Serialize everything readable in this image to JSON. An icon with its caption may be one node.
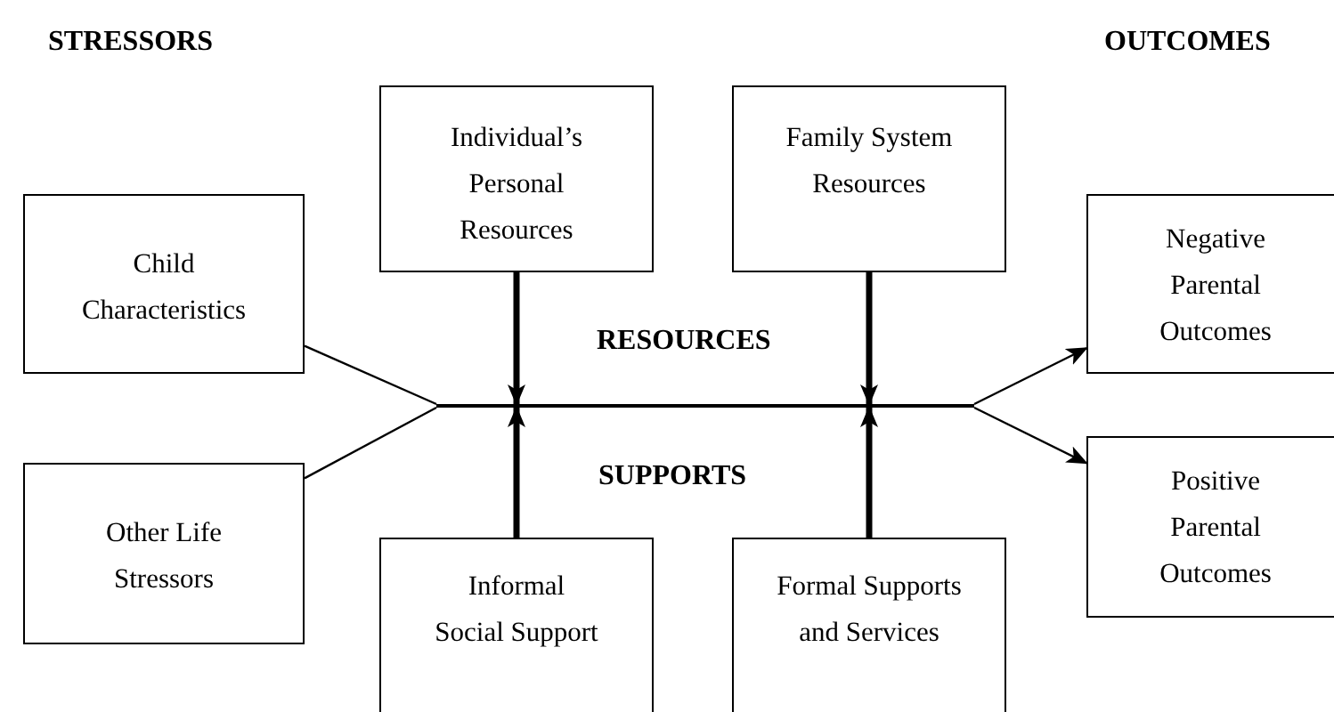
{
  "diagram": {
    "nodes": [
      {
        "text": [
          "Child Characteristics"
        ]
      },
      {
        "text": [
          "Other Life Stressors"
        ]
      },
      {
        "text": [
          "Individual’s Personal Resources"
        ]
      },
      {
        "text": [
          "Family System Resources"
        ]
      },
      {
        "text": [
          "Informal Social Support"
        ]
      },
      {
        "text": [
          "Formal Supports and Services"
        ]
      },
      {
        "text": [
          "Negative Parental Outcomes"
        ]
      },
      {
        "text": [
          "Positive Parental Outcomes"
        ]
      },
      {
        "text": [],
        "shape": "bar"
      }
    ],
    "edges": [
      {
        "from": 0,
        "to": 8,
        "arrow": "none"
      },
      {
        "from": 1,
        "to": 8,
        "arrow": "none"
      },
      {
        "from": 2,
        "to": 8,
        "arrow": "to",
        "style": "thick"
      },
      {
        "from": 3,
        "to": 8,
        "arrow": "to",
        "style": "thick"
      },
      {
        "from": 4,
        "to": 8,
        "arrow": "to",
        "style": "thick"
      },
      {
        "from": 5,
        "to": 8,
        "arrow": "to",
        "style": "thick"
      },
      {
        "from": 8,
        "to": 6,
        "arrow": "to"
      },
      {
        "from": 8,
        "to": 7,
        "arrow": "to"
      }
    ],
    "labels": [
      "STRESSORS",
      "OUTCOMES",
      "RESOURCES",
      "SUPPORTS"
    ]
  }
}
